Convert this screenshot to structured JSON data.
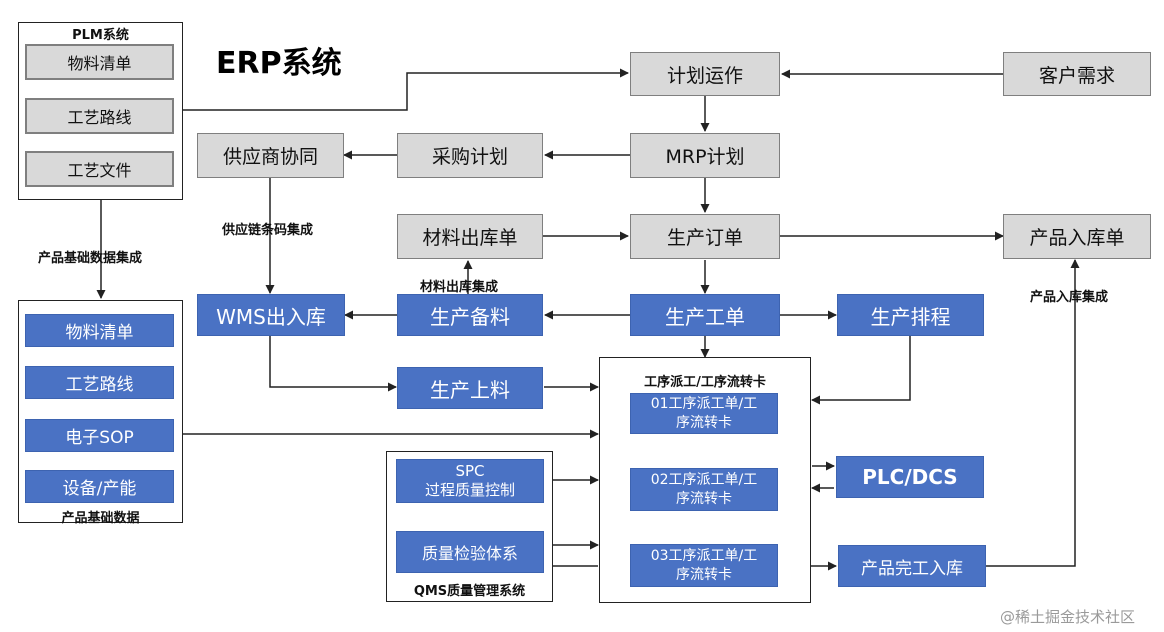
{
  "title": "ERP系统",
  "plm": {
    "title": "PLM系统",
    "items": [
      "物料清单",
      "工艺路线",
      "工艺文件"
    ]
  },
  "base_data": {
    "caption": "产品基础数据",
    "items": [
      "物料清单",
      "工艺路线",
      "电子SOP",
      "设备/产能"
    ]
  },
  "nodes": {
    "plan_ops": "计划运作",
    "customer_demand": "客户需求",
    "mrp": "MRP计划",
    "purchase_plan": "采购计划",
    "supplier_collab": "供应商协同",
    "material_out": "材料出库单",
    "production_order": "生产订单",
    "product_in_doc": "产品入库单",
    "wms_out": "WMS出入库",
    "prod_prep": "生产备料",
    "work_order": "生产工单",
    "scheduling": "生产排程",
    "prod_feed": "生产上料",
    "plc_dcs": "PLC/DCS",
    "product_complete_in": "产品完工入库"
  },
  "dispatch": {
    "caption": "工序派工/工序流转卡",
    "cards": [
      {
        "line1": "01工序派工单/工",
        "line2": "序流转卡"
      },
      {
        "line1": "02工序派工单/工",
        "line2": "序流转卡"
      },
      {
        "line1": "03工序派工单/工",
        "line2": "序流转卡"
      }
    ]
  },
  "qms": {
    "caption": "QMS质量管理系统",
    "spc_line1": "SPC",
    "spc_line2": "过程质量控制",
    "inspection": "质量检验体系"
  },
  "labels": {
    "product_base_integration": "产品基础数据集成",
    "supply_chain_barcode": "供应链条码集成",
    "material_out_integration": "材料出库集成",
    "product_in_integration": "产品入库集成"
  },
  "watermark": "@稀土掘金技术社区",
  "colors": {
    "blue_box": "#4a72c4",
    "grey_box": "#d9d9d9",
    "line": "#222222"
  }
}
